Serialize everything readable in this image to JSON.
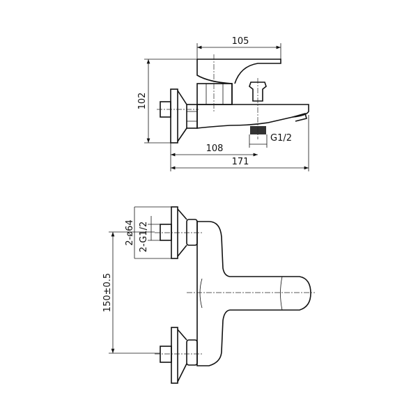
{
  "top_view": {
    "dim_lever_length": "105",
    "dim_height": "102",
    "dim_outlet_offset": "108",
    "dim_total_length": "171",
    "outlet_thread": "G1/2"
  },
  "front_view": {
    "dim_center_distance": "150±0.5",
    "flange_diameter": "2-ø64",
    "inlet_thread": "2-G1/2"
  }
}
